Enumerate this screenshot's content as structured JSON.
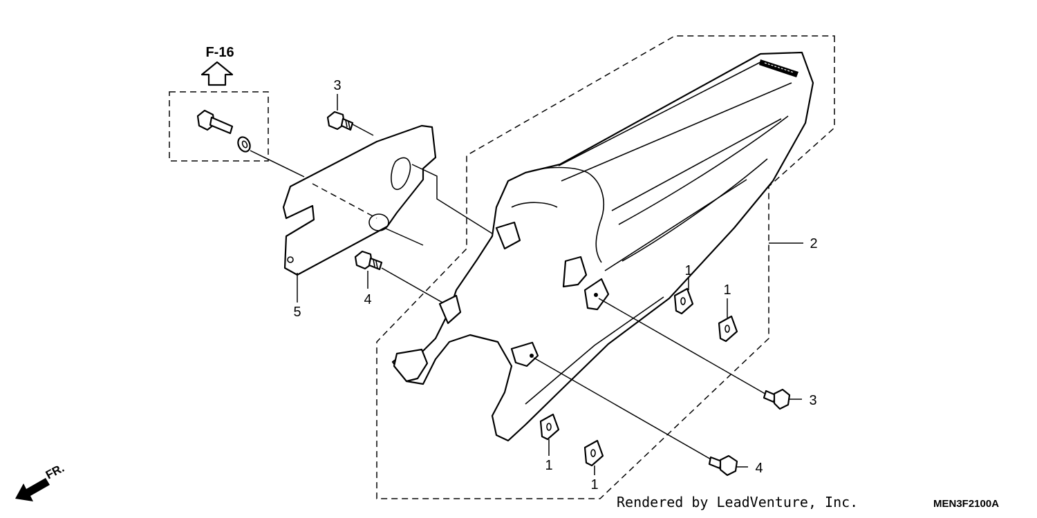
{
  "diagram": {
    "reference_label": "F-16",
    "front_label": "FR.",
    "callouts": {
      "clip_upper_left": "1",
      "clip_upper_right": "1",
      "clip_lower_left": "1",
      "clip_lower_right": "1",
      "rear_fender": "2",
      "bolt_upper": "3",
      "bolt_right": "3",
      "screw_mid": "4",
      "screw_lower": "4",
      "bracket": "5"
    },
    "credit": "Rendered by LeadVenture, Inc.",
    "diagram_code": "MEN3F2100A"
  }
}
